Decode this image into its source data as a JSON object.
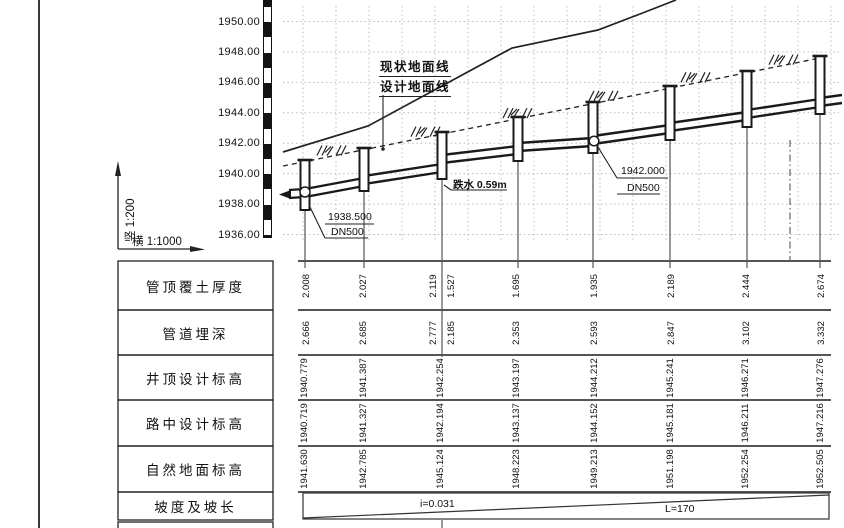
{
  "profile": {
    "scale": {
      "vertical": "竖 1:200",
      "horizontal": "横 1:1000"
    },
    "elevation_ticks": [
      "1950.00",
      "1948.00",
      "1946.00",
      "1944.00",
      "1942.00",
      "1940.00",
      "1938.00",
      "1936.00"
    ],
    "labels": {
      "existing_ground": "现状地面线",
      "design_ground": "设计地面线",
      "drop_note": "跌水 0.59m",
      "start_invert_elevation": "1938.500",
      "start_invert_pipe": "DN500",
      "mid_invert_elevation": "1942.000",
      "mid_invert_pipe": "DN500"
    }
  },
  "table": {
    "rows": [
      {
        "label": "管顶覆土厚度",
        "values": [
          "2.008",
          "2.027",
          "2.119",
          "1.527",
          "1.695",
          "1.935",
          "2.189",
          "2.444",
          "2.674"
        ]
      },
      {
        "label": "管道埋深",
        "values": [
          "2.666",
          "2.685",
          "2.777",
          "2.185",
          "2.353",
          "2.593",
          "2.847",
          "3.102",
          "3.332"
        ]
      },
      {
        "label": "井顶设计标高",
        "values": [
          "1940.779",
          "1941.387",
          "1942.254",
          "1943.197",
          "1944.212",
          "1945.241",
          "1946.271",
          "1947.276"
        ]
      },
      {
        "label": "路中设计标高",
        "values": [
          "1940.719",
          "1941.327",
          "1942.194",
          "1943.137",
          "1944.152",
          "1945.181",
          "1946.211",
          "1947.216"
        ]
      },
      {
        "label": "自然地面标高",
        "values": [
          "1941.630",
          "1942.785",
          "1945.124",
          "1948.223",
          "1949.213",
          "1951.198",
          "1952.254",
          "1952.505"
        ]
      }
    ],
    "slope_row": {
      "label": "坡度及坡长",
      "slope": "i=0.031",
      "length": "L=170"
    }
  }
}
